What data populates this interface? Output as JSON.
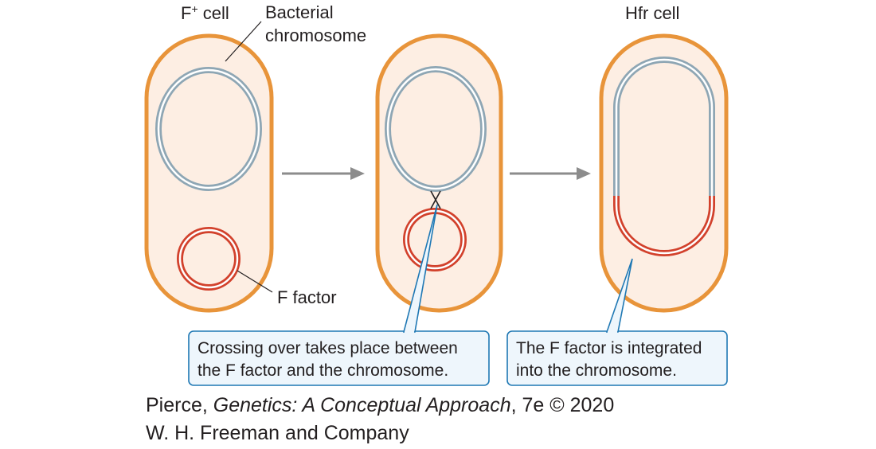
{
  "labels": {
    "f_plus_cell_base": "F",
    "f_plus_cell_sup": "+",
    "f_plus_cell_rest": " cell",
    "bacterial_chromosome_line1": "Bacterial",
    "bacterial_chromosome_line2": "chromosome",
    "f_factor": "F factor",
    "hfr_cell": "Hfr cell"
  },
  "callouts": [
    {
      "line1": "Crossing over takes place between",
      "line2": "the F factor and the chromosome."
    },
    {
      "line1": "The F factor is integrated",
      "line2": "into the chromosome."
    }
  ],
  "credit": {
    "author": "Pierce, ",
    "title": "Genetics: A Conceptual Approach",
    "edition": ", 7e © 2020",
    "publisher": "W. H. Freeman and Company"
  },
  "colors": {
    "cell_wall": "#e8943a",
    "cell_fill": "#fdeee3",
    "chromosome": "#8ea6b4",
    "f_factor": "#d2412c",
    "arrow": "#8c8c8c",
    "callout_border": "#1f78b4",
    "callout_fill": "#eef6fc"
  }
}
